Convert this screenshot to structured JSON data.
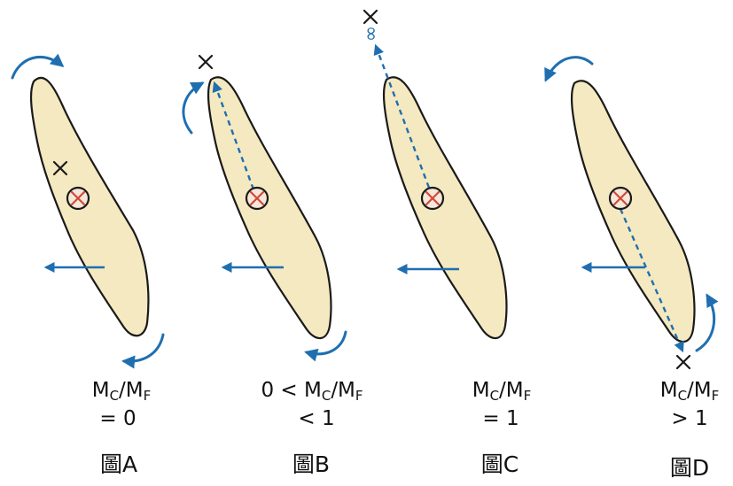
{
  "panels": [
    {
      "id": "A",
      "ratio_line1": "MC/MF",
      "ratio_line2": "= 0",
      "caption": "圖A"
    },
    {
      "id": "B",
      "ratio_line1": "0 < MC/MF",
      "ratio_line2": "< 1",
      "caption": "圖B"
    },
    {
      "id": "C",
      "ratio_line1": "MC/MF",
      "ratio_line2": "= 1",
      "caption": "圖C"
    },
    {
      "id": "D",
      "ratio_line1": "MC/MF",
      "ratio_line2": "> 1",
      "caption": "圖D"
    }
  ],
  "symbols": {
    "infinity": "∞"
  },
  "colors": {
    "tooth_fill": "#f4e9c0",
    "arrow_blue": "#1f6fb0",
    "center_x_red": "#d04a3a"
  }
}
